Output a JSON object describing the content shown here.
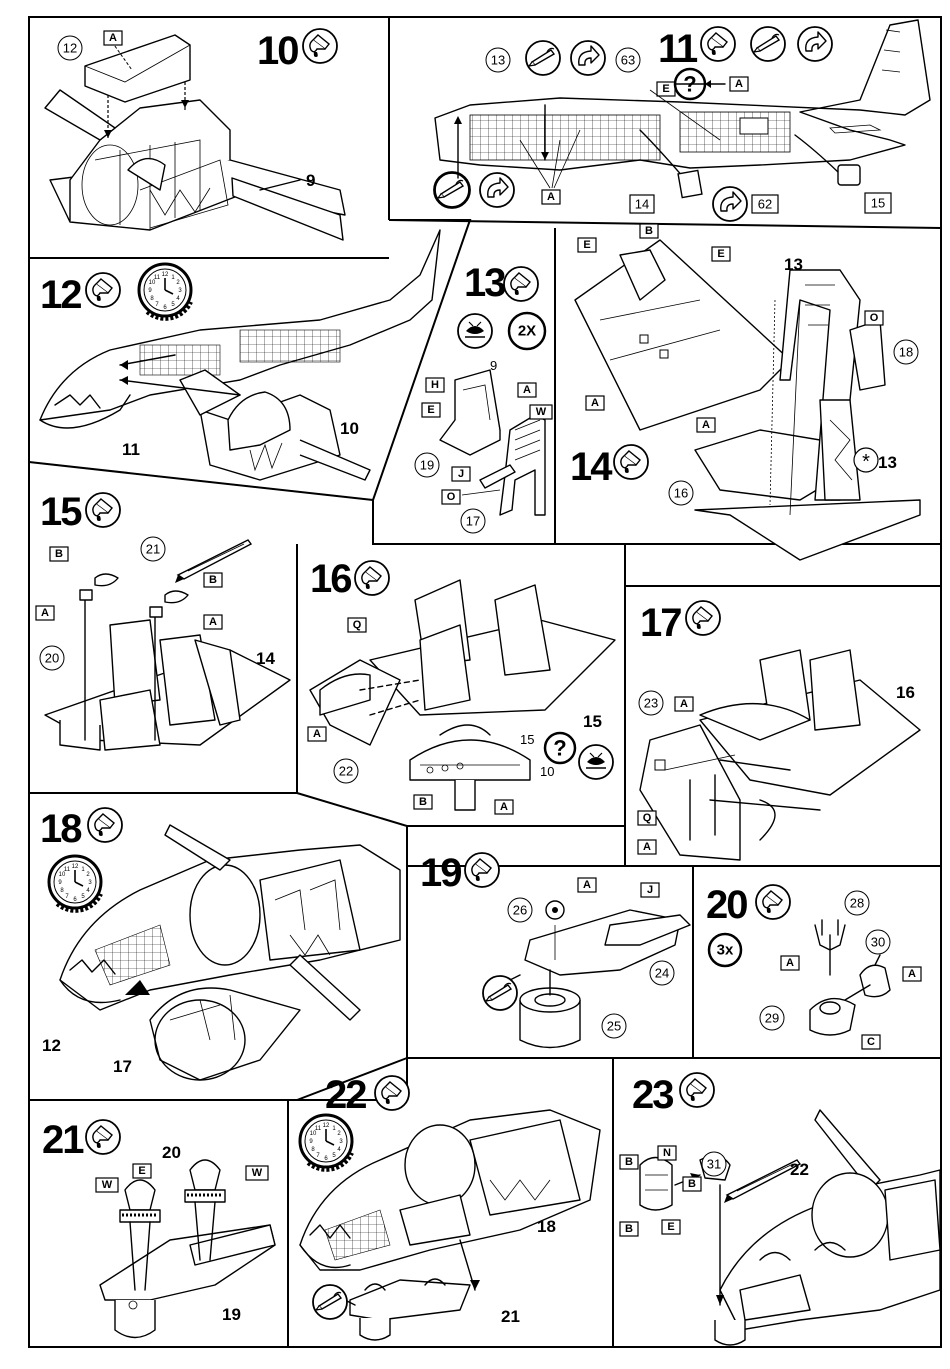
{
  "steps": [
    {
      "id": "s10",
      "number": "10"
    },
    {
      "id": "s11",
      "number": "11"
    },
    {
      "id": "s12",
      "number": "12"
    },
    {
      "id": "s13",
      "number": "13"
    },
    {
      "id": "s14",
      "number": "14"
    },
    {
      "id": "s15",
      "number": "15"
    },
    {
      "id": "s16",
      "number": "16"
    },
    {
      "id": "s17",
      "number": "17"
    },
    {
      "id": "s18",
      "number": "18"
    },
    {
      "id": "s19",
      "number": "19"
    },
    {
      "id": "s20",
      "number": "20"
    },
    {
      "id": "s21",
      "number": "21"
    },
    {
      "id": "s22",
      "number": "22"
    },
    {
      "id": "s23",
      "number": "23"
    }
  ],
  "quantities": {
    "step13": "2X",
    "step20": "3x"
  },
  "labels": {
    "s10": {
      "c12": "12",
      "p9": "9",
      "fA": "A"
    },
    "s11": {
      "c13": "13",
      "c63": "63",
      "b14": "14",
      "b62": "62",
      "b15": "15",
      "fE": "E",
      "fA1": "A",
      "fA2": "A",
      "q": "?"
    },
    "s12": {
      "p11": "11",
      "p10": "10"
    },
    "s13": {
      "c19": "19",
      "c17": "17",
      "p9": "9",
      "fH": "H",
      "fE": "E",
      "fA": "A",
      "fW": "W",
      "fJ": "J",
      "fO": "O"
    },
    "s14": {
      "c16": "16",
      "c18": "18",
      "p13": "13",
      "p13b": "13",
      "fB": "B",
      "fE1": "E",
      "fE2": "E",
      "fA1": "A",
      "fA2": "A",
      "fO": "O",
      "star": "*"
    },
    "s15": {
      "c20": "20",
      "c21": "21",
      "p14": "14",
      "fB1": "B",
      "fB2": "B",
      "fA1": "A",
      "fA2": "A"
    },
    "s16": {
      "c22": "22",
      "p15a": "15",
      "p15b": "15",
      "p10": "10",
      "fQ": "Q",
      "fA1": "A",
      "fA2": "A",
      "fB": "B",
      "q": "?"
    },
    "s17": {
      "c23": "23",
      "p16": "16",
      "fA1": "A",
      "fA2": "A",
      "fQ": "Q"
    },
    "s18": {
      "p12": "12",
      "p17": "17"
    },
    "s19": {
      "c24": "24",
      "c25": "25",
      "c26": "26",
      "fA": "A",
      "fJ": "J"
    },
    "s20": {
      "c28": "28",
      "c29": "29",
      "c30": "30",
      "fA1": "A",
      "fA2": "A",
      "fC": "C"
    },
    "s21": {
      "p20": "20",
      "p19": "19",
      "fE": "E",
      "fW1": "W",
      "fW2": "W"
    },
    "s22": {
      "p18": "18",
      "p21": "21"
    },
    "s23": {
      "c31": "31",
      "p22": "22",
      "fB1": "B",
      "fB2": "B",
      "fB3": "B",
      "fN": "N",
      "fE": "E"
    }
  }
}
